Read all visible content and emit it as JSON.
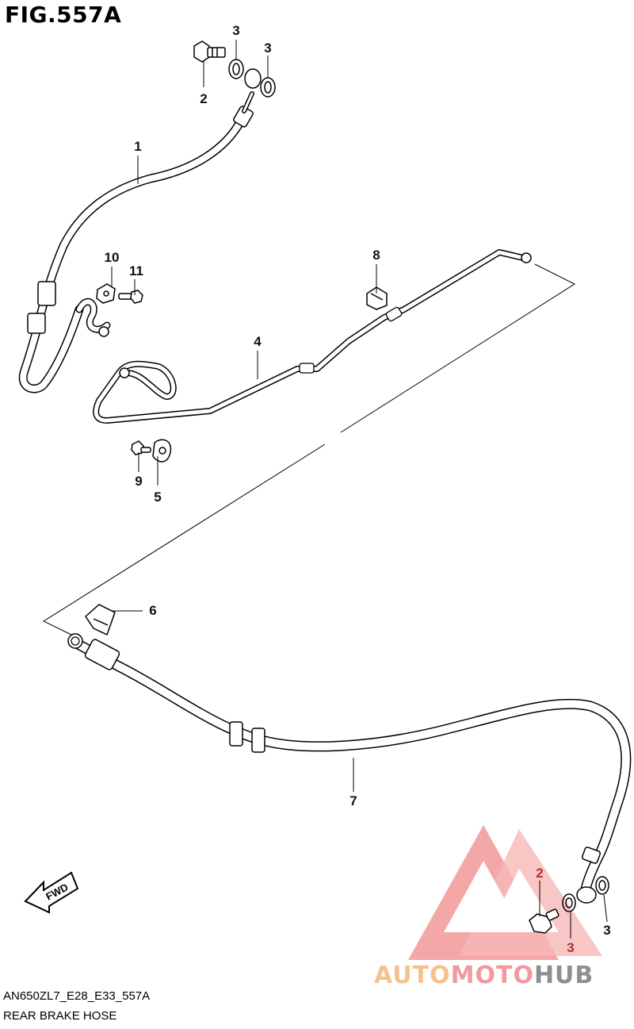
{
  "figure": {
    "title": "FIG.557A",
    "code": "AN650ZL7_E28_E33_557A",
    "name": "REAR BRAKE HOSE",
    "fwd_label": "FWD"
  },
  "callouts": {
    "c1": "1",
    "c2_top": "2",
    "c3_top_a": "3",
    "c3_top_b": "3",
    "c4": "4",
    "c5": "5",
    "c6": "6",
    "c7": "7",
    "c8": "8",
    "c9": "9",
    "c10": "10",
    "c11": "11",
    "c2_bottom": "2",
    "c3_bottom_a": "3",
    "c3_bottom_b": "3"
  },
  "watermark": {
    "part1": "AUTO",
    "part2": "MOTO",
    "part3": "HUB",
    "colors": {
      "orange": "#f6c18d",
      "red": "#ef7070",
      "grey": "#8f8f8f"
    }
  }
}
